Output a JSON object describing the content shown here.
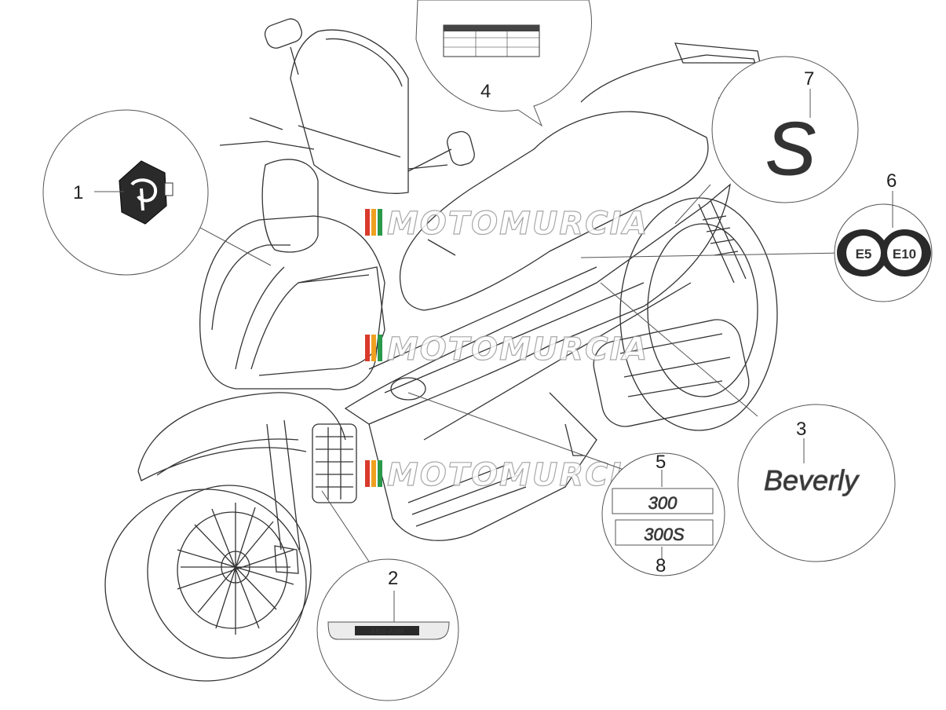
{
  "parts": [
    {
      "number": "1",
      "item": "piaggio-logo-emblem"
    },
    {
      "number": "2",
      "item": "abs-asr-badge",
      "text": "ABS-ASR"
    },
    {
      "number": "3",
      "item": "beverly-script-logo",
      "text": "Beverly"
    },
    {
      "number": "4",
      "item": "tyre-pressure-label"
    },
    {
      "number": "5",
      "item": "displacement-badge-300",
      "text": "300"
    },
    {
      "number": "6",
      "item": "fuel-compatibility-label",
      "codes": [
        "E5",
        "E10"
      ]
    },
    {
      "number": "7",
      "item": "s-script-logo",
      "text": "S"
    },
    {
      "number": "8",
      "item": "displacement-badge-300s",
      "text": "300S"
    }
  ],
  "watermark": "MOTOMURCIA",
  "colors": {
    "line": "#333333",
    "watermark_stripes": [
      "#d93a2b",
      "#f0a020",
      "#2a9a4a"
    ]
  }
}
